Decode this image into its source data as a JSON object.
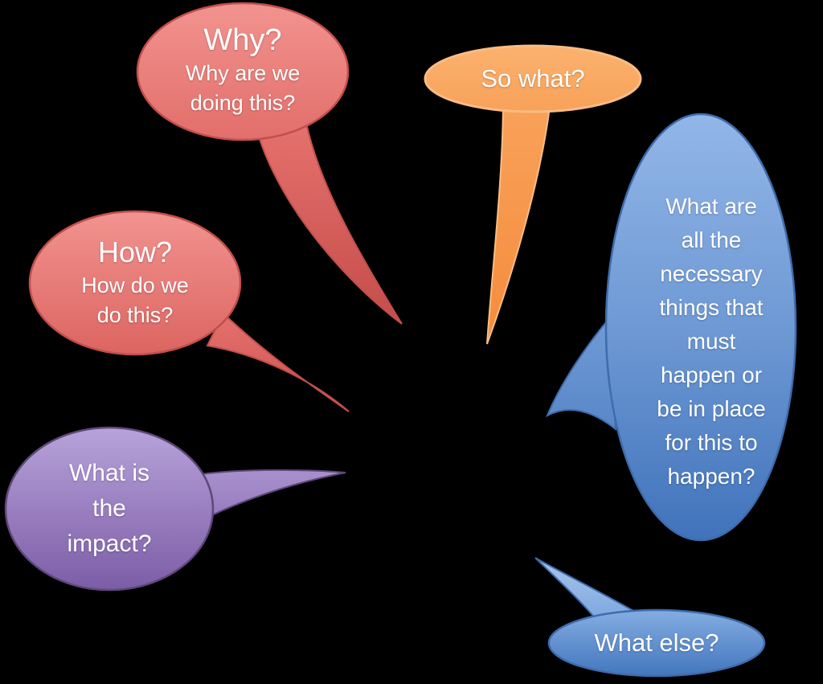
{
  "background": "#000000",
  "diagram_title": "question-callouts",
  "bubbles": [
    {
      "name": "why",
      "title": "Why?",
      "lines": [
        "Why are we",
        "doing this?"
      ],
      "colors": {
        "top": "#F2938F",
        "mid": "#E26E6A",
        "bottom": "#C44B49",
        "border": "#C24F4C"
      }
    },
    {
      "name": "so-what",
      "title": "So what?",
      "colors": {
        "top": "#FBB26E",
        "mid": "#F8A159",
        "bottom": "#F58B3C",
        "border": "#F9BC84"
      }
    },
    {
      "name": "how",
      "title": "How?",
      "lines": [
        "How do we",
        "do this?"
      ],
      "colors": {
        "top": "#F2938F",
        "mid": "#DC6561",
        "bottom": "#C44B49",
        "border": "#C24F4C"
      }
    },
    {
      "name": "impact",
      "lines": [
        "What is",
        "the",
        "impact?"
      ],
      "colors": {
        "top": "#B7A3DA",
        "mid": "#9A7FC0",
        "bottom": "#7B5DA6",
        "border": "#5E4879"
      }
    },
    {
      "name": "necessary",
      "lines": [
        "What are",
        "all the",
        "necessary",
        "things that",
        "must",
        "happen or",
        "be in place",
        "for this to",
        "happen?"
      ],
      "colors": {
        "top": "#92B6E8",
        "mid": "#6E99D4",
        "bottom": "#4173BB",
        "border": "#3E6CAC"
      }
    },
    {
      "name": "what-else",
      "title": "What else?",
      "colors": {
        "top": "#ACC7EF",
        "mid": "#7FA9DF",
        "bottom": "#4376BE",
        "border": "#3E6CAC"
      }
    }
  ]
}
